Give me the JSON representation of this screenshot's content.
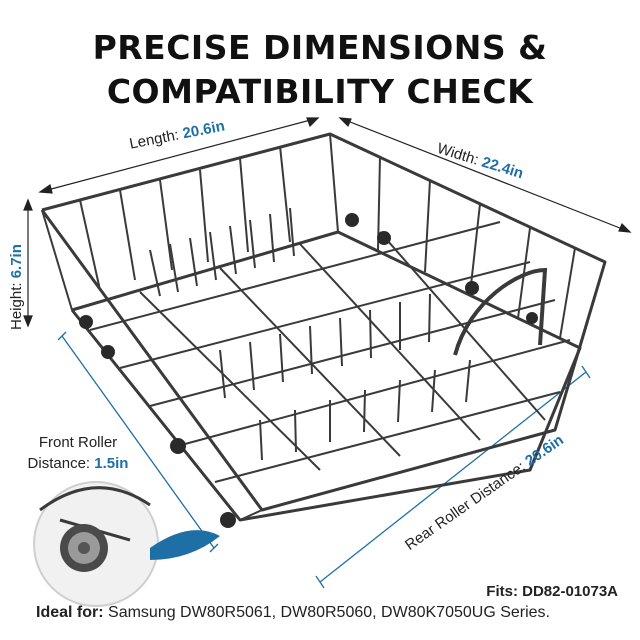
{
  "title": {
    "line1": "PRECISE DIMENSIONS &",
    "line2": "COMPATIBILITY CHECK"
  },
  "dimensions": {
    "length_label": "Length:",
    "length_value": "20.6in",
    "width_label": "Width:",
    "width_value": "22.4in",
    "height_label": "Height:",
    "height_value": "6.7in",
    "rear_roller_label": "Rear Roller Distance:",
    "rear_roller_value": "20.6in",
    "front_roller_label_line1": "Front Roller",
    "front_roller_label_line2": "Distance:",
    "front_roller_value": "1.5in"
  },
  "fits": "Fits: DD82-01073A",
  "ideal": {
    "label": "Ideal for:",
    "text": "Samsung DW80R5061, DW80R5060, DW80K7050UG Series."
  },
  "colors": {
    "accent": "#1e6fa6",
    "rack": "#3a3a3a",
    "dimension_line": "#1e6fa6"
  }
}
